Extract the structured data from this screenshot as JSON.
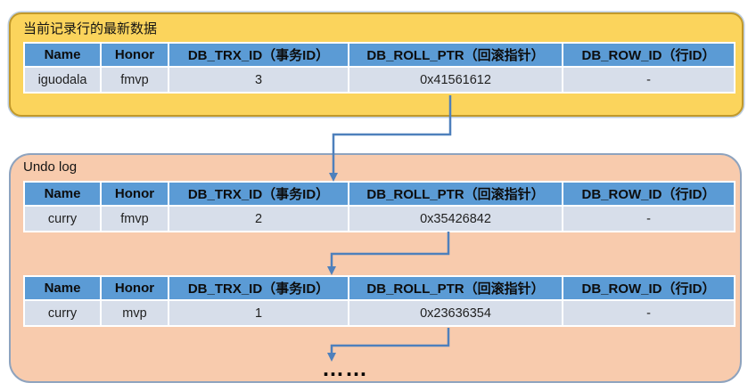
{
  "colors": {
    "yellow_fill": "#FBD45C",
    "yellow_border": "#C2992A",
    "salmon_fill": "#F8CBAD",
    "salmon_border": "#8EA3BE",
    "table_header_fill": "#5B9BD5",
    "table_cell_fill": "#D7DEEA",
    "arrow": "#4E80BC"
  },
  "table_headers": [
    "Name",
    "Honor",
    "DB_TRX_ID（事务ID）",
    "DB_ROLL_PTR（回滚指针）",
    "DB_ROW_ID（行ID）"
  ],
  "current_box": {
    "title": "当前记录行的最新数据",
    "row": [
      "iguodala",
      "fmvp",
      "3",
      "0x41561612",
      "-"
    ]
  },
  "undo_box": {
    "title": "Undo log",
    "rows": [
      [
        "curry",
        "fmvp",
        "2",
        "0x35426842",
        "-"
      ],
      [
        "curry",
        "mvp",
        "1",
        "0x23636354",
        "-"
      ]
    ],
    "ellipsis": "……"
  }
}
